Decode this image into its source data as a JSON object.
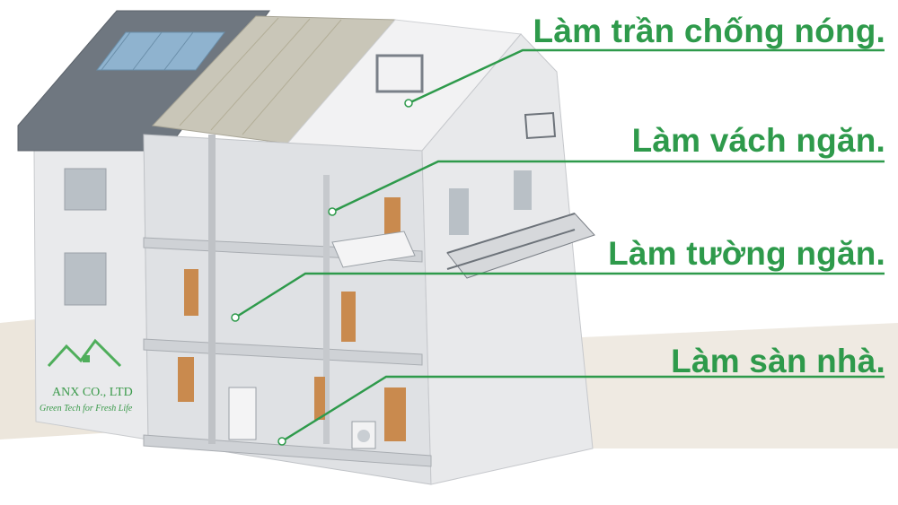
{
  "labels": [
    "Làm trần chống nóng.",
    "Làm vách ngăn.",
    "Làm tường ngăn.",
    "Làm sàn nhà."
  ],
  "logo": {
    "name": "ANX CO., LTD",
    "slogan": "Green Tech for Fresh Life"
  },
  "colors": {
    "accent_green": "#2e9a4b",
    "roof_dark": "#6f7780",
    "wall_light": "#ecedee"
  }
}
